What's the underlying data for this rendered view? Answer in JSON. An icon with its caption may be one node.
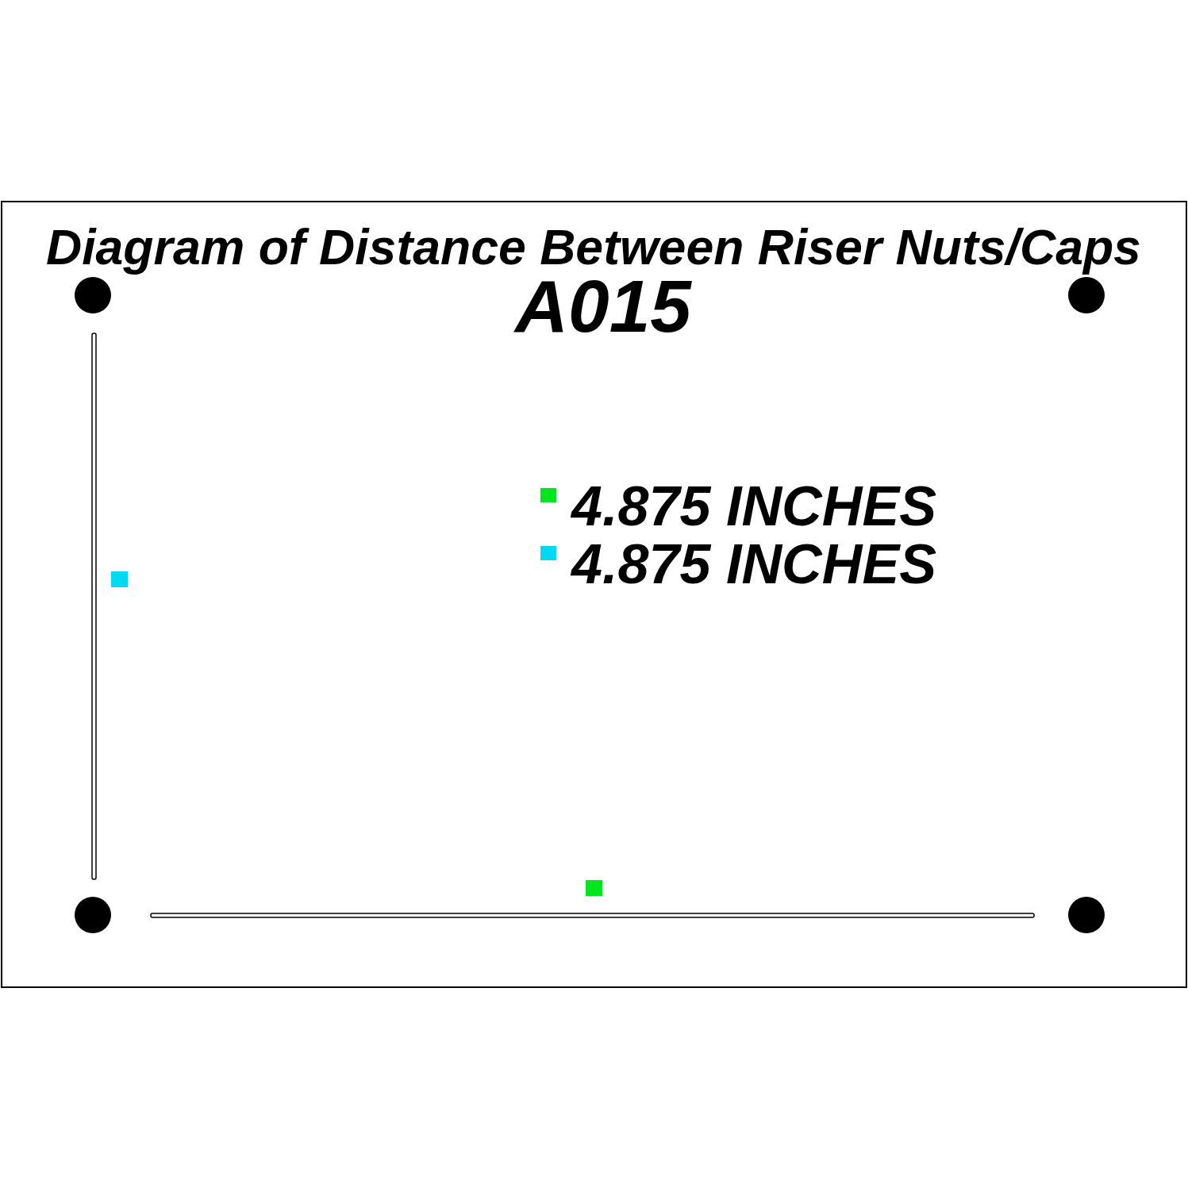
{
  "diagram": {
    "title": "Diagram of Distance Between Riser Nuts/Caps",
    "labels": [
      "A015"
    ],
    "legend": [
      {
        "text": "4.875 INCHES",
        "color": "#00e61e"
      },
      {
        "text": "4.875 INCHES",
        "color": "#00d9f2"
      }
    ]
  }
}
